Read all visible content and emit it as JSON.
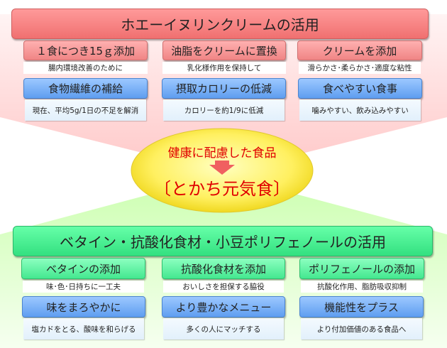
{
  "top": {
    "title": "ホエーイヌリンクリームの活用",
    "columns": [
      {
        "heading": "１食につき15ｇ添加",
        "note": "腸内環境改善のために",
        "benefit": "食物繊維の補給",
        "detail": "現在、平均5g/1日の不足を解消"
      },
      {
        "heading": "油脂をクリームに置換",
        "note": "乳化様作用を保持して",
        "benefit": "摂取カロリーの低減",
        "detail": "カロリーを約1/9に低減"
      },
      {
        "heading": "クリームを添加",
        "note": "滑らかさ･柔らかさ･適度な粘性",
        "benefit": "食べやすい食事",
        "detail": "噛みやすい、飲み込みやすい"
      }
    ]
  },
  "center": {
    "line1": "健康に配慮した食品",
    "line2": "〔とかち元気食〕"
  },
  "bottom": {
    "title": "ベタイン・抗酸化食材・小豆ポリフェノールの活用",
    "columns": [
      {
        "heading": "ベタインの添加",
        "note": "味･色･日持ちに一工夫",
        "benefit": "味をまろやかに",
        "detail": "塩カドをとる、酸味を和らげる"
      },
      {
        "heading": "抗酸化食材を添加",
        "note": "おいしさを担保する脇役",
        "benefit": "より豊かなメニュー",
        "detail": "多くの人にマッチする"
      },
      {
        "heading": "ポリフェノールの添加",
        "note": "抗酸化作用、脂肪吸収抑制",
        "benefit": "機能性をプラス",
        "detail": "より付加価値のある食品へ"
      }
    ]
  }
}
